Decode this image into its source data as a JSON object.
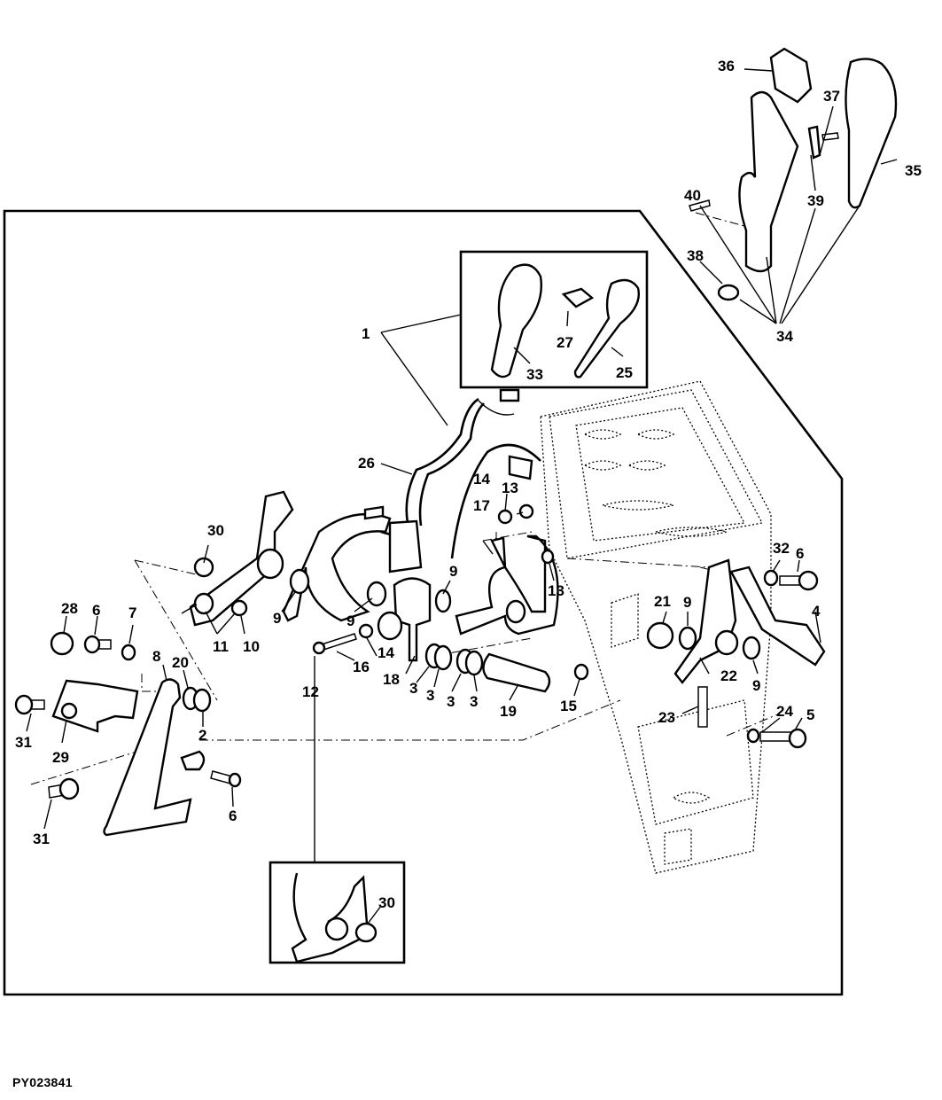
{
  "figure": {
    "id": "PY023841",
    "type": "exploded parts diagram"
  },
  "callouts": {
    "c1": "1",
    "c2": "2",
    "c3": "3",
    "c4": "4",
    "c5": "5",
    "c6": "6",
    "c7": "7",
    "c8": "8",
    "c9": "9",
    "c10": "10",
    "c11": "11",
    "c12": "12",
    "c13": "13",
    "c14": "14",
    "c15": "15",
    "c16": "16",
    "c17": "17",
    "c18": "18",
    "c19": "19",
    "c20": "20",
    "c21": "21",
    "c22": "22",
    "c23": "23",
    "c24": "24",
    "c25": "25",
    "c26": "26",
    "c27": "27",
    "c28": "28",
    "c29": "29",
    "c30": "30",
    "c31": "31",
    "c32": "32",
    "c33": "33",
    "c34": "34",
    "c35": "35",
    "c36": "36",
    "c37": "37",
    "c38": "38",
    "c39": "39",
    "c40": "40"
  }
}
